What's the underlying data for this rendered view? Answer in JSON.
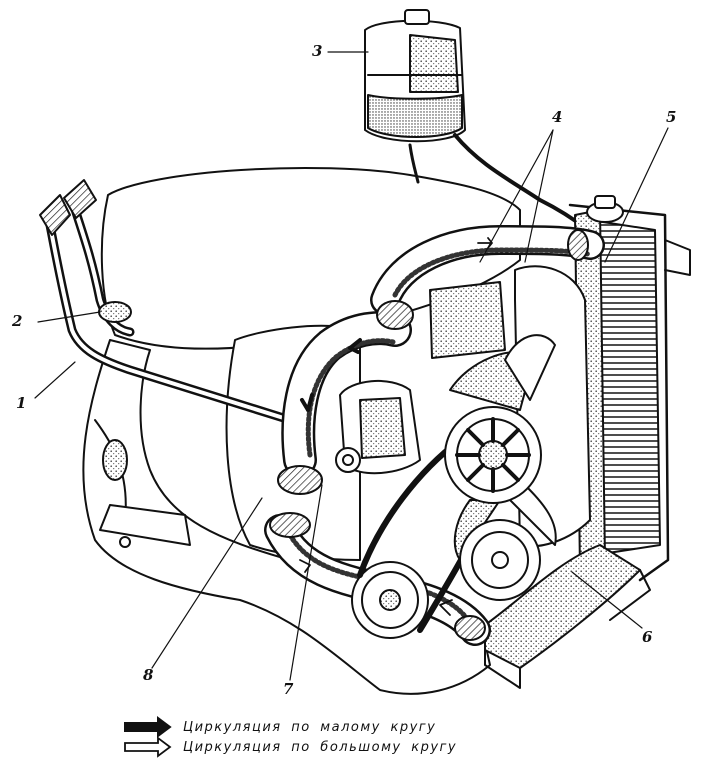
{
  "callouts": [
    {
      "id": "1",
      "text": "1"
    },
    {
      "id": "2",
      "text": "2"
    },
    {
      "id": "3",
      "text": "3"
    },
    {
      "id": "4",
      "text": "4"
    },
    {
      "id": "5",
      "text": "5"
    },
    {
      "id": "6",
      "text": "6"
    },
    {
      "id": "7",
      "text": "7"
    },
    {
      "id": "8",
      "text": "8"
    }
  ],
  "legend": {
    "small_circuit": "Циркуляция по малому кругу",
    "large_circuit": "Циркуляция по большому кругу"
  },
  "colors": {
    "ink": "#111111",
    "paper": "#ffffff",
    "stipple": "#555555"
  }
}
